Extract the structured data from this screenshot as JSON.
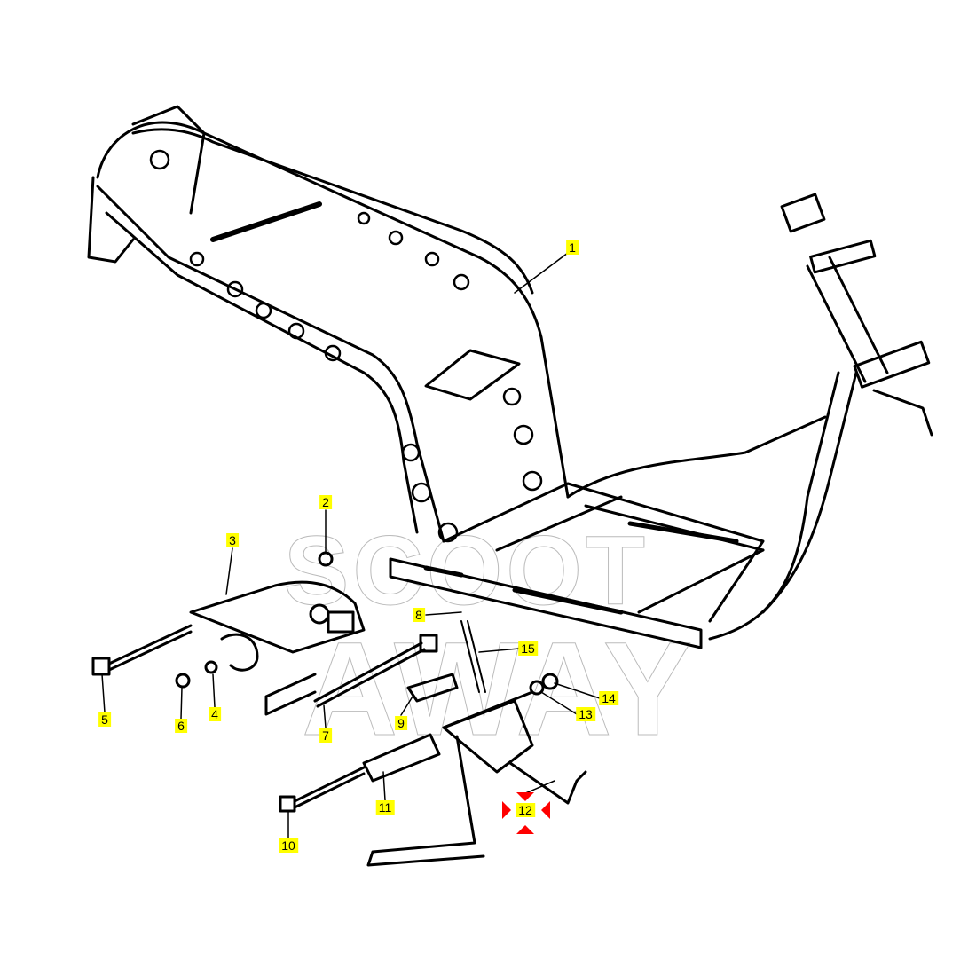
{
  "diagram": {
    "watermark": "SCOOT AWAY",
    "selected_part": "12",
    "highlight_color": "#ffff00",
    "selection_color": "#ff0000",
    "callouts": [
      {
        "id": "1",
        "label": "1"
      },
      {
        "id": "2",
        "label": "2"
      },
      {
        "id": "3",
        "label": "3"
      },
      {
        "id": "4",
        "label": "4"
      },
      {
        "id": "5",
        "label": "5"
      },
      {
        "id": "6",
        "label": "6"
      },
      {
        "id": "7",
        "label": "7"
      },
      {
        "id": "8",
        "label": "8"
      },
      {
        "id": "9",
        "label": "9"
      },
      {
        "id": "10",
        "label": "10"
      },
      {
        "id": "11",
        "label": "11"
      },
      {
        "id": "12",
        "label": "12"
      },
      {
        "id": "13",
        "label": "13"
      },
      {
        "id": "14",
        "label": "14"
      },
      {
        "id": "15",
        "label": "15"
      }
    ]
  }
}
